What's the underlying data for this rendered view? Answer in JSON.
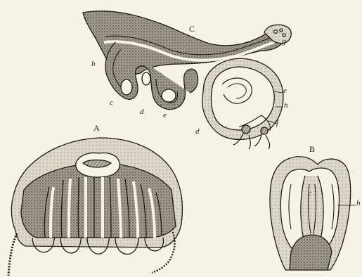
{
  "figures": {
    "A": {
      "letter": "A"
    },
    "B": {
      "letter": "B",
      "labels": {
        "c": "c",
        "h": "h"
      }
    },
    "C": {
      "letter": "C",
      "labels": {
        "b": "b",
        "c": "c",
        "d1": "d",
        "e1": "e",
        "d2": "d",
        "e2": "e",
        "h": "h",
        "f": "f",
        "g": "g"
      }
    }
  },
  "colors": {
    "ink": "#1c1a16",
    "paper": "#f6f2e8",
    "stipple": "#8f897c",
    "light_tone": "#d3cdc0"
  }
}
